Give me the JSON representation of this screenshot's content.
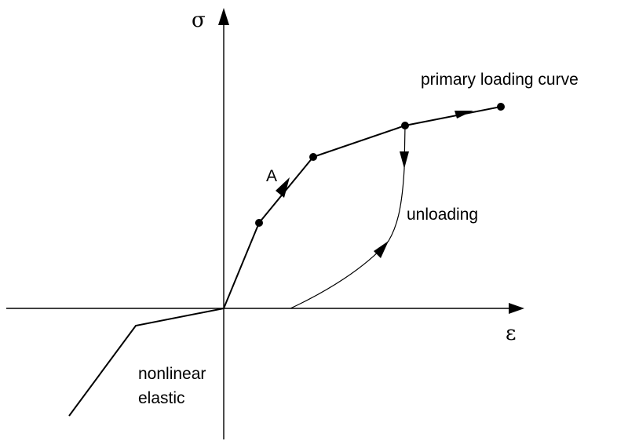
{
  "axes": {
    "y_symbol": "σ",
    "x_symbol": "ε"
  },
  "labels": {
    "primary": "primary loading curve",
    "point_a": "A",
    "unloading": "unloading",
    "nonlinear_line1": "nonlinear",
    "nonlinear_line2": "elastic"
  }
}
